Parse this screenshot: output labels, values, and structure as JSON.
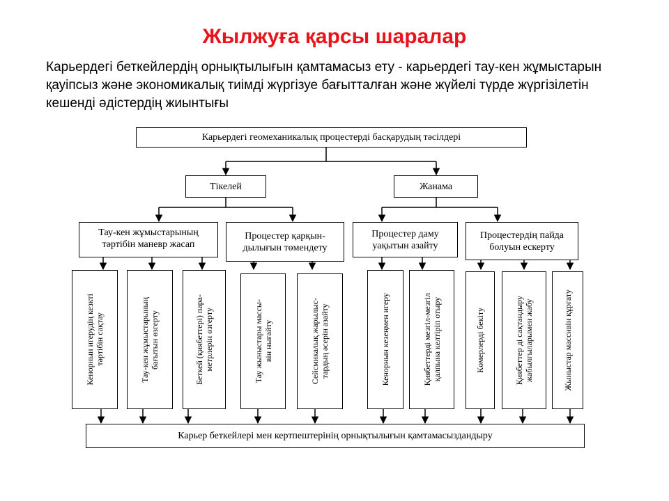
{
  "slide": {
    "title": "Жылжуға қарсы шаралар",
    "intro": "Карьердегі беткейлердің орнықтылығын қамтамасыз ету  - карьердегі тау-кен жұмыстарын қауіпсыз және экономикалық тиімді жүргізуе бағытталған және жүйелі түрде жүргізілетін кешенді әдістердің жиынтығы"
  },
  "diagram": {
    "root": "Карьердегі геомеханикалық процестерді басқарудың  тәсілдері",
    "direct": "Тікелей",
    "indirect": "Жанама",
    "groups": {
      "mining_order": "Тау-кен жұмыстарының тәртібін маневр жасап",
      "reduce_intensity": "Процестер қарқын-дылығын  төмендету",
      "reduce_time": "Процестер даму уақытын азайту",
      "consider_origin": "Процестердің пайда болуын  ескерту"
    },
    "leaves": {
      "l1": "Кенорнын игерудің кезкті\nтәртібін сақтау",
      "l2": "Тау-кен жұмыстарының\nбағытын өзгерту",
      "l3": "Беткей (қиябеттері) пара-\nметрлерін өзгерту",
      "l4": "Тау жыныстары массы-\nвін нығайту",
      "l5": "Сейсмикалық жарылыс-\nтардың әсерін азайту",
      "l6": "Кенорнын кезеңмен игеру",
      "l7": "Қиябеттерді мезгіл-мезгіл\nқалпына келтіріп отыру",
      "l8": "Көмерлерді бекіту",
      "l9": "Қиябеттер ді  сақтандыру\nжабылғыларымен жабу",
      "l10": "Жыныстар массивін құрғату"
    },
    "result": "Карьер беткейлері мен кертпештерінің орнықтылығын қамтамасыздандыру"
  }
}
